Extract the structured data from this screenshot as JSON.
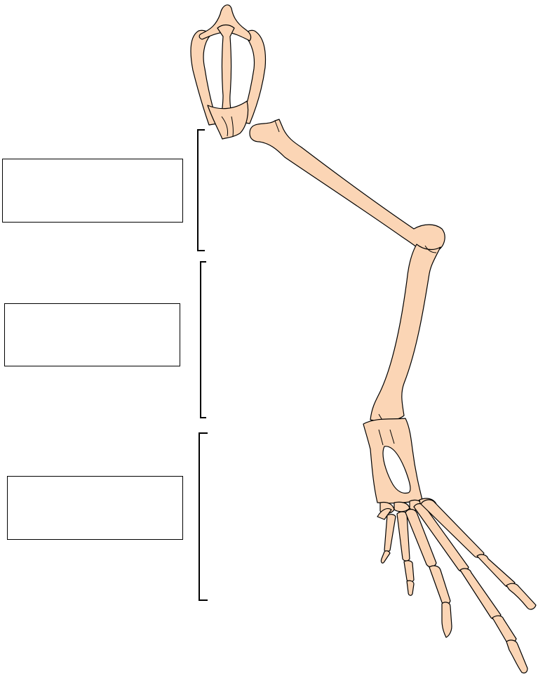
{
  "labels": [
    {
      "id": "upper-arm",
      "text": ""
    },
    {
      "id": "forearm",
      "text": ""
    },
    {
      "id": "hand",
      "text": ""
    }
  ],
  "colors": {
    "bone": "#fbd5b5",
    "outline": "#000000",
    "background": "#ffffff"
  }
}
